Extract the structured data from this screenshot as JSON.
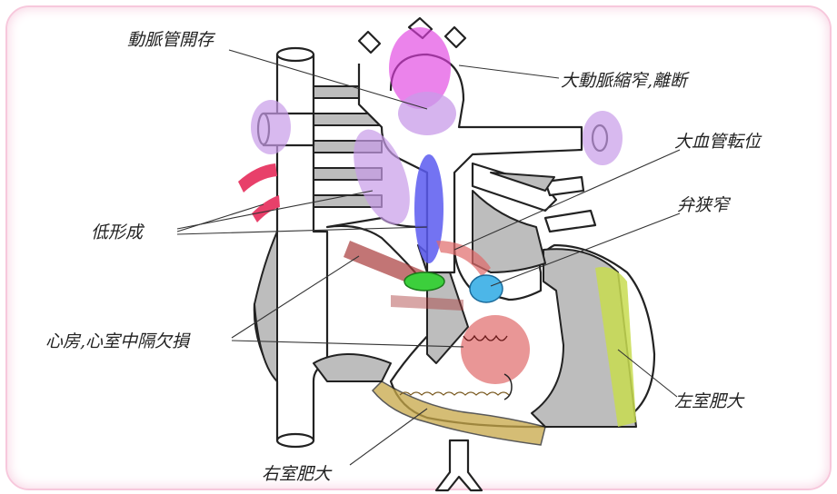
{
  "labels": {
    "ductus": "動脈管開存",
    "coarctation": "大動脈縮窄,離断",
    "transposition": "大血管転位",
    "valve_stenosis": "弁狭窄",
    "hypoplasia": "低形成",
    "septal_defect": "心房,心室中隔欠損",
    "lv_hypertrophy": "左室肥大",
    "rv_hypertrophy": "右室肥大"
  },
  "colors": {
    "frame": "#f7c8dc",
    "magenta": "#e040e0",
    "lavender": "#c89be8",
    "blue": "#5a5af0",
    "red_region": "#e06a6a",
    "dark_red": "#a83a3a",
    "pink_red": "#e8406a",
    "green": "#3ccf3c",
    "cyan": "#4cb6e8",
    "yellow_green": "#c8dc50",
    "olive": "#c8a848",
    "gray_wall": "#bdbdbd"
  }
}
